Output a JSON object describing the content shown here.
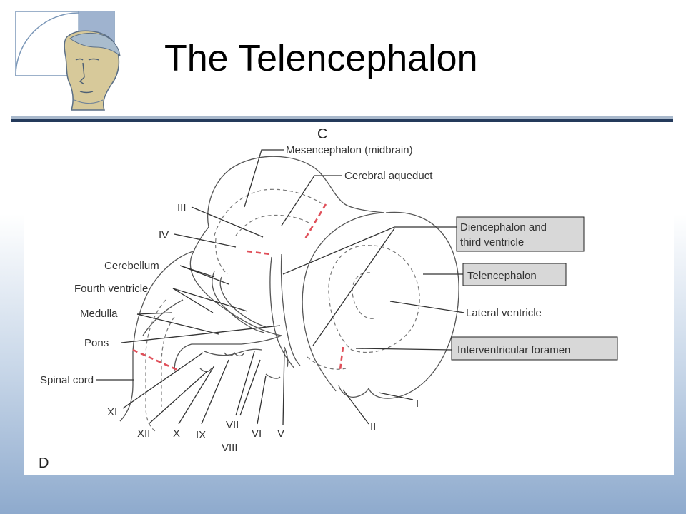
{
  "slide": {
    "title": "The Telencephalon"
  },
  "diagram": {
    "panel_letters": {
      "top": "C",
      "bottom": "D"
    },
    "labels": {
      "mesencephalon": "Mesencephalon (midbrain)",
      "cerebral_aqueduct": "Cerebral aqueduct",
      "diencephalon": [
        "Diencephalon and",
        "third ventricle"
      ],
      "telencephalon": "Telencephalon",
      "lateral_ventricle": "Lateral ventricle",
      "interventricular_foramen": "Interventricular foramen",
      "cerebellum": "Cerebellum",
      "fourth_ventricle": "Fourth ventricle",
      "medulla": "Medulla",
      "pons": "Pons",
      "spinal_cord": "Spinal cord"
    },
    "cranial_nerves": {
      "III": "III",
      "IV": "IV",
      "XI": "XI",
      "XII": "XII",
      "X": "X",
      "IX": "IX",
      "VII": "VII",
      "VIII": "VIII",
      "VI": "VI",
      "V": "V",
      "II": "II",
      "I": "I"
    },
    "highlight_colors": {
      "box_fill": "#d8d8d8",
      "boundary": "#e0505a"
    }
  }
}
